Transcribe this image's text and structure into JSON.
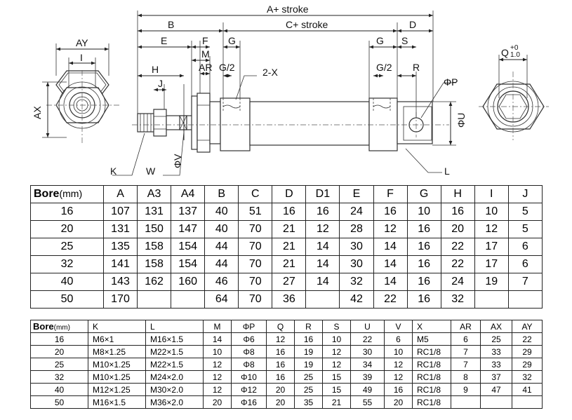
{
  "dimension_labels": {
    "a_plus_stroke": "A+ stroke",
    "c_plus_stroke": "C+ stroke",
    "b": "B",
    "d": "D",
    "e": "E",
    "f": "F",
    "g_left": "G",
    "g_right": "G",
    "s": "S",
    "m": "M",
    "ar": "AR",
    "h": "H",
    "j": "J",
    "g_half_left": "G/2",
    "g_half_right": "G/2",
    "two_x": "2-X",
    "r": "R",
    "phi_p": "ΦP",
    "phi_u": "ΦU",
    "phi_v": "ΦV",
    "k": "K",
    "w": "W",
    "l": "L",
    "ay": "AY",
    "i": "I",
    "ax": "AX",
    "q": "Q",
    "q_tol_upper": "+0",
    "q_tol_lower": "1.0"
  },
  "table1": {
    "bore_label": "Bore",
    "bore_unit": "(mm)",
    "headers": [
      "A",
      "A3",
      "A4",
      "B",
      "C",
      "D",
      "D1",
      "E",
      "F",
      "G",
      "H",
      "I",
      "J"
    ],
    "rows": [
      [
        "16",
        "107",
        "131",
        "137",
        "40",
        "51",
        "16",
        "16",
        "24",
        "16",
        "10",
        "16",
        "10",
        "5"
      ],
      [
        "20",
        "131",
        "150",
        "147",
        "40",
        "70",
        "21",
        "12",
        "28",
        "12",
        "16",
        "20",
        "12",
        "5"
      ],
      [
        "25",
        "135",
        "158",
        "154",
        "44",
        "70",
        "21",
        "14",
        "30",
        "14",
        "16",
        "22",
        "17",
        "6"
      ],
      [
        "32",
        "141",
        "158",
        "154",
        "44",
        "70",
        "21",
        "14",
        "30",
        "14",
        "16",
        "22",
        "17",
        "6"
      ],
      [
        "40",
        "143",
        "162",
        "160",
        "46",
        "70",
        "27",
        "14",
        "32",
        "14",
        "16",
        "24",
        "19",
        "7"
      ],
      [
        "50",
        "170",
        "",
        "",
        "64",
        "70",
        "36",
        "",
        "42",
        "22",
        "16",
        "32",
        "",
        ""
      ]
    ]
  },
  "table2": {
    "bore_label": "Bore",
    "bore_unit": "(mm)",
    "headers": [
      "K",
      "L",
      "M",
      "ΦP",
      "Q",
      "R",
      "S",
      "U",
      "V",
      "X",
      "AR",
      "AX",
      "AY"
    ],
    "rows": [
      [
        "16",
        "M6×1",
        "M16×1.5",
        "14",
        "Φ6",
        "12",
        "16",
        "10",
        "22",
        "6",
        "M5",
        "6",
        "25",
        "22"
      ],
      [
        "20",
        "M8×1.25",
        "M22×1.5",
        "10",
        "Φ8",
        "16",
        "19",
        "12",
        "30",
        "10",
        "RC1/8",
        "7",
        "33",
        "29"
      ],
      [
        "25",
        "M10×1.25",
        "M22×1.5",
        "12",
        "Φ8",
        "16",
        "19",
        "12",
        "34",
        "12",
        "RC1/8",
        "7",
        "33",
        "29"
      ],
      [
        "32",
        "M10×1.25",
        "M24×2.0",
        "12",
        "Φ10",
        "16",
        "25",
        "15",
        "39",
        "12",
        "RC1/8",
        "8",
        "37",
        "32"
      ],
      [
        "40",
        "M12×1.25",
        "M30×2.0",
        "12",
        "Φ12",
        "20",
        "25",
        "15",
        "49",
        "16",
        "RC1/8",
        "9",
        "47",
        "41"
      ],
      [
        "50",
        "M16×1.5",
        "M36×2.0",
        "20",
        "Φ16",
        "20",
        "35",
        "21",
        "55",
        "20",
        "RC1/8",
        "",
        "",
        ""
      ]
    ]
  }
}
